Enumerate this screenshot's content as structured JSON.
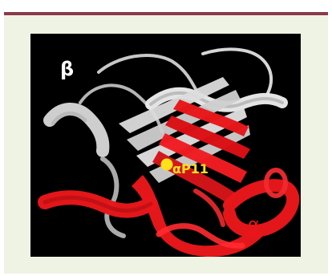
{
  "figure": {
    "labels": {
      "beta": "β",
      "site": "αP11",
      "alpha": "α"
    }
  },
  "colors": {
    "frame_top_border": "#8a3a4a",
    "panel_background": "#eef3e3",
    "image_background": "#000000",
    "beta_subunit": "#d9d9d9",
    "alpha_subunit": "#e8161b",
    "site_marker": "#ffe11a",
    "beta_label": "#ffffff",
    "site_label": "#ffe11a",
    "alpha_label": "#e8161b"
  }
}
